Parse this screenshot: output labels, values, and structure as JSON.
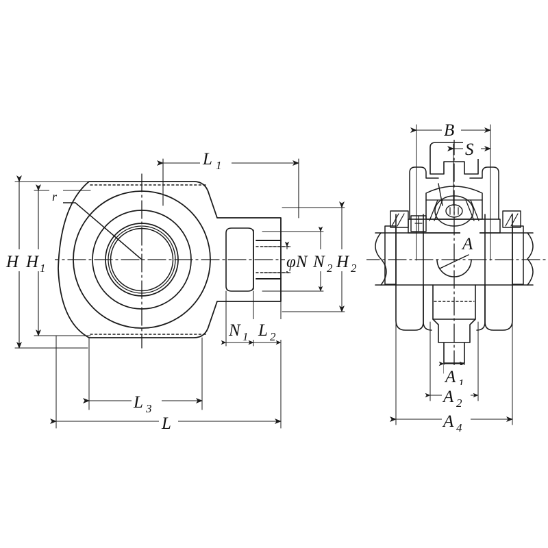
{
  "drawing": {
    "title": "Take-up bearing unit dimensional drawing",
    "type": "engineering-drawing",
    "background_color": "#ffffff",
    "line_color": "#1a1a1a",
    "views": [
      {
        "name": "front-view",
        "position": "left"
      },
      {
        "name": "side-section-view",
        "position": "right"
      }
    ]
  },
  "labels": {
    "L1": {
      "base": "L",
      "sub": "1"
    },
    "L2": {
      "base": "L",
      "sub": "2"
    },
    "L3": {
      "base": "L",
      "sub": "3"
    },
    "L": {
      "base": "L",
      "sub": ""
    },
    "H": {
      "base": "H",
      "sub": ""
    },
    "H1": {
      "base": "H",
      "sub": "1"
    },
    "H2": {
      "base": "H",
      "sub": "2"
    },
    "N1": {
      "base": "N",
      "sub": "1"
    },
    "N2": {
      "base": "N",
      "sub": "2"
    },
    "phiN": {
      "base": "φN",
      "sub": ""
    },
    "r": {
      "base": "r",
      "sub": ""
    },
    "B": {
      "base": "B",
      "sub": ""
    },
    "S": {
      "base": "S",
      "sub": ""
    },
    "A": {
      "base": "A",
      "sub": ""
    },
    "A1": {
      "base": "A",
      "sub": "1"
    },
    "A2": {
      "base": "A",
      "sub": "2"
    },
    "A4": {
      "base": "A",
      "sub": "4"
    }
  },
  "dimension_groups": {
    "front_view": [
      "L1",
      "L2",
      "L3",
      "L",
      "H",
      "H1",
      "H2",
      "N1",
      "N2",
      "phiN",
      "r"
    ],
    "side_view": [
      "B",
      "S",
      "A",
      "A1",
      "A2",
      "A4"
    ]
  },
  "chart_data": {
    "type": "table",
    "title": "Take-up bearing unit dimension symbols",
    "categories": [
      "L",
      "L1",
      "L2",
      "L3",
      "H",
      "H1",
      "H2",
      "N1",
      "N2",
      "phiN",
      "r",
      "B",
      "S",
      "A",
      "A1",
      "A2",
      "A4"
    ],
    "values": []
  }
}
